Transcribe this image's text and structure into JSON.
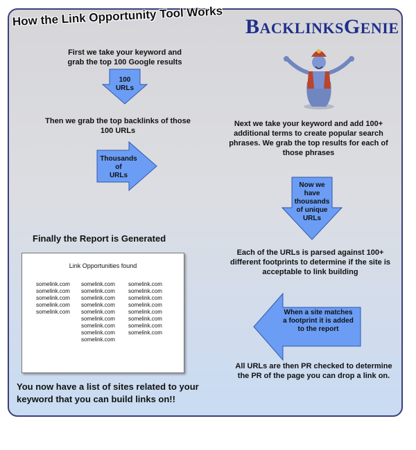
{
  "title": "How the Link Opportunity Tool Works",
  "logo": {
    "word1_cap": "B",
    "word1_rest": "ACKLINKS",
    "word2_cap": "G",
    "word2_rest": "ENIE"
  },
  "colors": {
    "panel_border": "#3b3f7a",
    "arrow_fill": "#6b9df5",
    "arrow_stroke": "#3357a8",
    "logo": "#1f2f8a"
  },
  "steps": {
    "step1": [
      "First we take your keyword and",
      "grab the top 100 Google results"
    ],
    "arrow1": [
      "100",
      "URLs"
    ],
    "step2": [
      "Then we grab the top backlinks of those",
      "100 URLs"
    ],
    "arrow2": [
      "Thousands",
      "of",
      "URLs"
    ],
    "step3": [
      "Next we take your keyword and add 100+",
      "additional terms to create popular search",
      "phrases.  We grab the top results for each of",
      "those phrases"
    ],
    "arrow3": [
      "Now we",
      "have",
      "thousands",
      "of unique",
      "URLs"
    ],
    "step4": [
      "Each of the URLs is parsed against 100+",
      "different footprints to determine if the site is",
      "acceptable to link building"
    ],
    "arrow4": [
      "When a site matches",
      "a footprint it is added",
      "to the report"
    ],
    "step5": [
      "All URLs are then PR checked to determine",
      "the PR of the page you can drop a link on."
    ],
    "report_heading": "Finally the Report is Generated"
  },
  "report": {
    "title": "Link Opportunities found",
    "columns": [
      [
        "somelink.com",
        "somelink.com",
        "somelink.com",
        "somelink.com",
        "somelink.com"
      ],
      [
        "somelink.com",
        "somelink.com",
        "somelink.com",
        "somelink.com",
        "somelink.com",
        "somelink.com",
        "somelink.com",
        "somelink.com",
        "somelink.com"
      ],
      [
        "somelink.com",
        "somelink.com",
        "somelink.com",
        "somelink.com",
        "somelink.com",
        "somelink.com",
        "somelink.com",
        "somelink.com"
      ]
    ]
  },
  "final": [
    "You now have a list of sites related to your",
    "keyword that you can build links on!!"
  ]
}
